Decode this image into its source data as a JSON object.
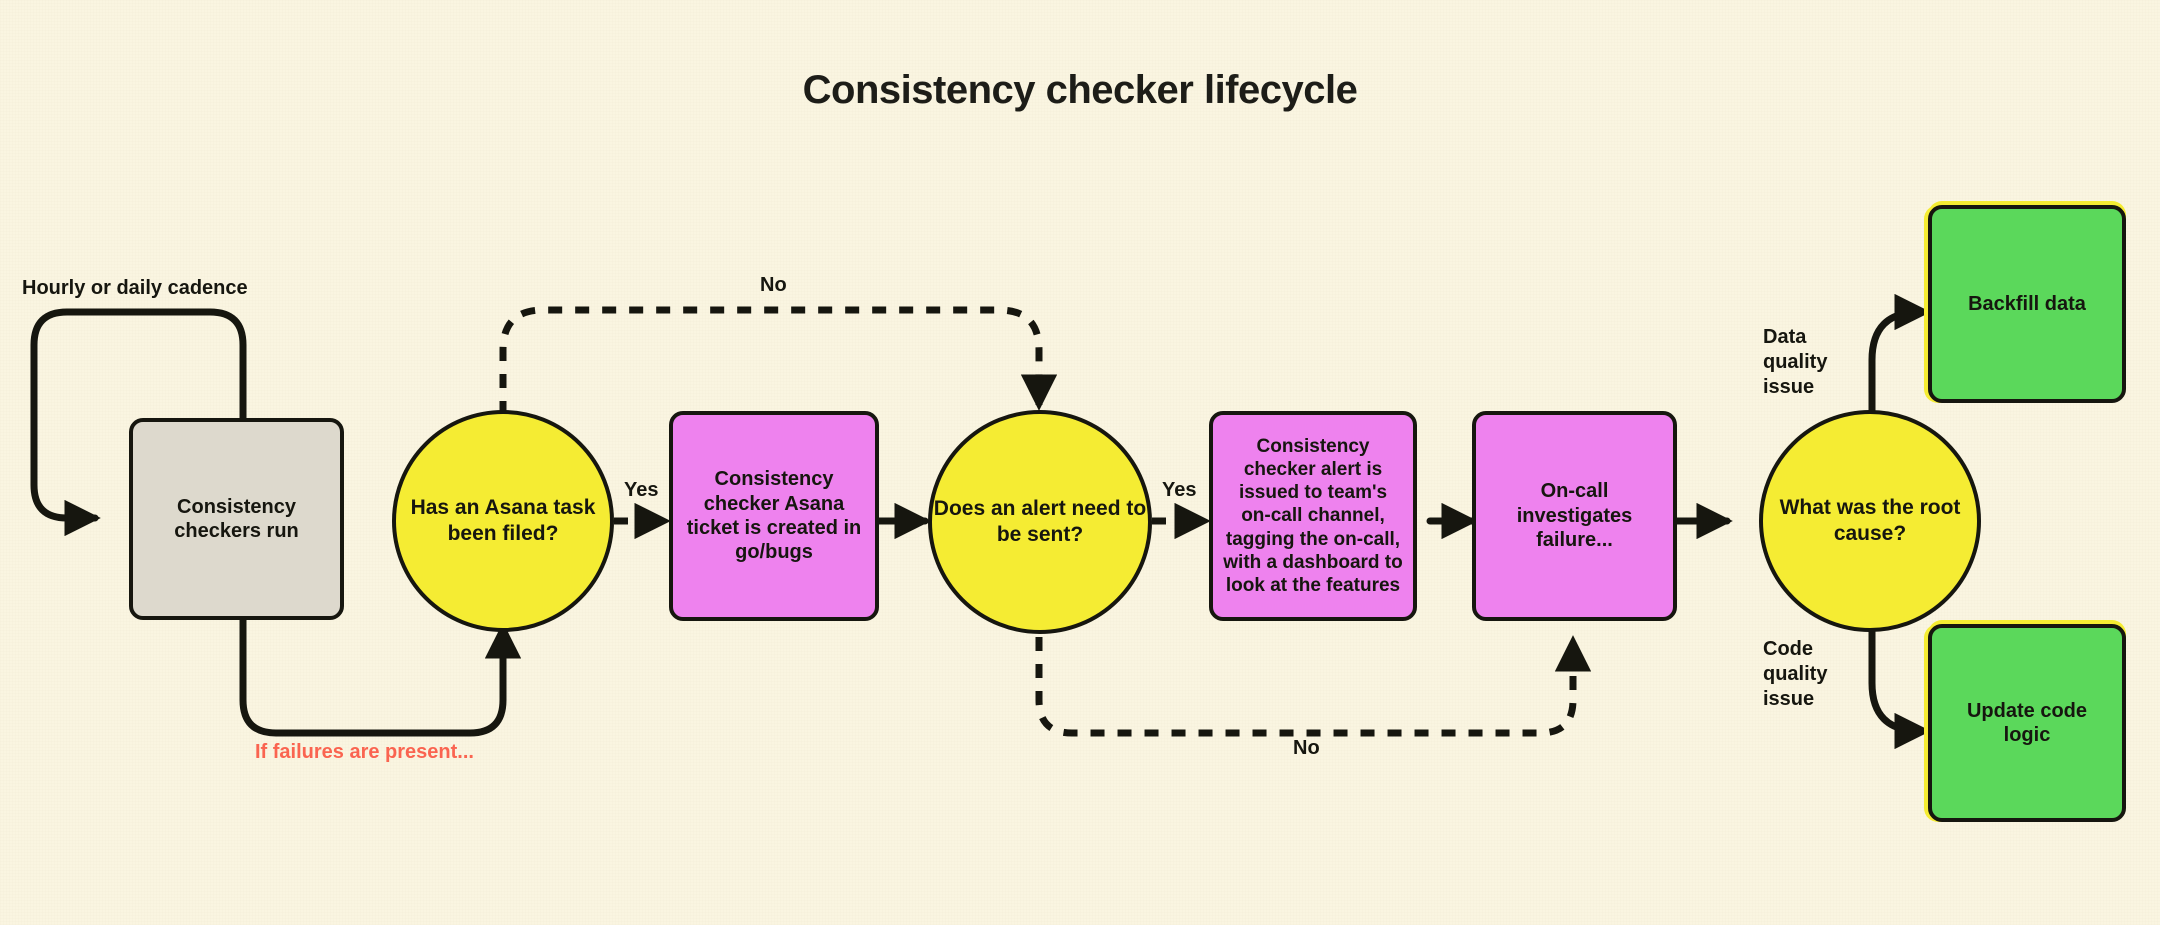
{
  "title": "Consistency checker lifecycle",
  "colors": {
    "background": "#faf5e1",
    "ink": "#16160f",
    "gray_node": "#ddd9cd",
    "yellow_node": "#f5ec33",
    "pink_node": "#ee82ee",
    "green_node": "#5bd85b",
    "accent_text": "#fa6450"
  },
  "chart_data": {
    "type": "diagram",
    "title": "Consistency checker lifecycle",
    "nodes": [
      {
        "id": "checkers-run",
        "label": "Consistency\ncheckers run",
        "shape": "rounded-rect",
        "color": "#ddd9cd"
      },
      {
        "id": "asana-filed",
        "label": "Has an Asana\ntask been filed?",
        "shape": "circle",
        "color": "#f5ec33"
      },
      {
        "id": "ticket-created",
        "label": "Consistency\nchecker Asana\nticket is created\nin go/bugs",
        "shape": "rounded-rect",
        "color": "#ee82ee"
      },
      {
        "id": "alert-needed",
        "label": "Does an alert\nneed  to be sent?",
        "shape": "circle",
        "color": "#f5ec33"
      },
      {
        "id": "alert-issued",
        "label": "Consistency\nchecker alert is\nissued to team's\non-call channel,\ntagging the\non-call, with a\ndashboard to look\nat the features",
        "shape": "rounded-rect",
        "color": "#ee82ee"
      },
      {
        "id": "investigates",
        "label": "On-call\ninvestigates\nfailure...",
        "shape": "rounded-rect",
        "color": "#ee82ee"
      },
      {
        "id": "root-cause",
        "label": "What was\nthe root cause?",
        "shape": "circle",
        "color": "#f5ec33"
      },
      {
        "id": "backfill",
        "label": "Backfill\ndata",
        "shape": "rounded-rect",
        "color": "#5bd85b"
      },
      {
        "id": "update-code",
        "label": "Update\ncode logic",
        "shape": "rounded-rect",
        "color": "#5bd85b"
      }
    ],
    "edges": [
      {
        "from": "checkers-run",
        "to": "checkers-run",
        "label": "Hourly or daily cadence",
        "style": "solid"
      },
      {
        "from": "checkers-run",
        "to": "asana-filed",
        "label": "If failures are present...",
        "style": "solid",
        "label_color": "#fa6450"
      },
      {
        "from": "asana-filed",
        "to": "ticket-created",
        "label": "Yes",
        "style": "dashed"
      },
      {
        "from": "asana-filed",
        "to": "alert-needed",
        "label": "No",
        "style": "dashed"
      },
      {
        "from": "ticket-created",
        "to": "alert-needed",
        "label": "",
        "style": "solid"
      },
      {
        "from": "alert-needed",
        "to": "alert-issued",
        "label": "Yes",
        "style": "dashed"
      },
      {
        "from": "alert-needed",
        "to": "investigates",
        "label": "No",
        "style": "dashed"
      },
      {
        "from": "alert-issued",
        "to": "investigates",
        "label": "",
        "style": "solid"
      },
      {
        "from": "investigates",
        "to": "root-cause",
        "label": "",
        "style": "solid"
      },
      {
        "from": "root-cause",
        "to": "backfill",
        "label": "Data\nquality\nissue",
        "style": "solid"
      },
      {
        "from": "root-cause",
        "to": "update-code",
        "label": "Code\nquality\nissue",
        "style": "solid"
      }
    ]
  },
  "nodes": {
    "checkers_run": "Consistency\ncheckers run",
    "asana_filed": "Has an Asana\ntask been filed?",
    "ticket_created": "Consistency\nchecker Asana\nticket is created\nin go/bugs",
    "alert_needed": "Does an alert\nneed  to be sent?",
    "alert_issued": "Consistency\nchecker alert is\nissued to team's\non-call channel,\ntagging the\non-call, with a\ndashboard to look\nat the features",
    "investigates": "On-call\ninvestigates\nfailure...",
    "root_cause": "What was\nthe root cause?",
    "backfill": "Backfill\ndata",
    "update_code": "Update\ncode logic"
  },
  "labels": {
    "cadence": "Hourly or daily cadence",
    "if_failures": "If failures are present...",
    "yes_asana": "Yes",
    "no_asana": "No",
    "yes_alert": "Yes",
    "no_alert": "No",
    "data_quality": "Data\nquality\nissue",
    "code_quality": "Code\nquality\nissue"
  }
}
